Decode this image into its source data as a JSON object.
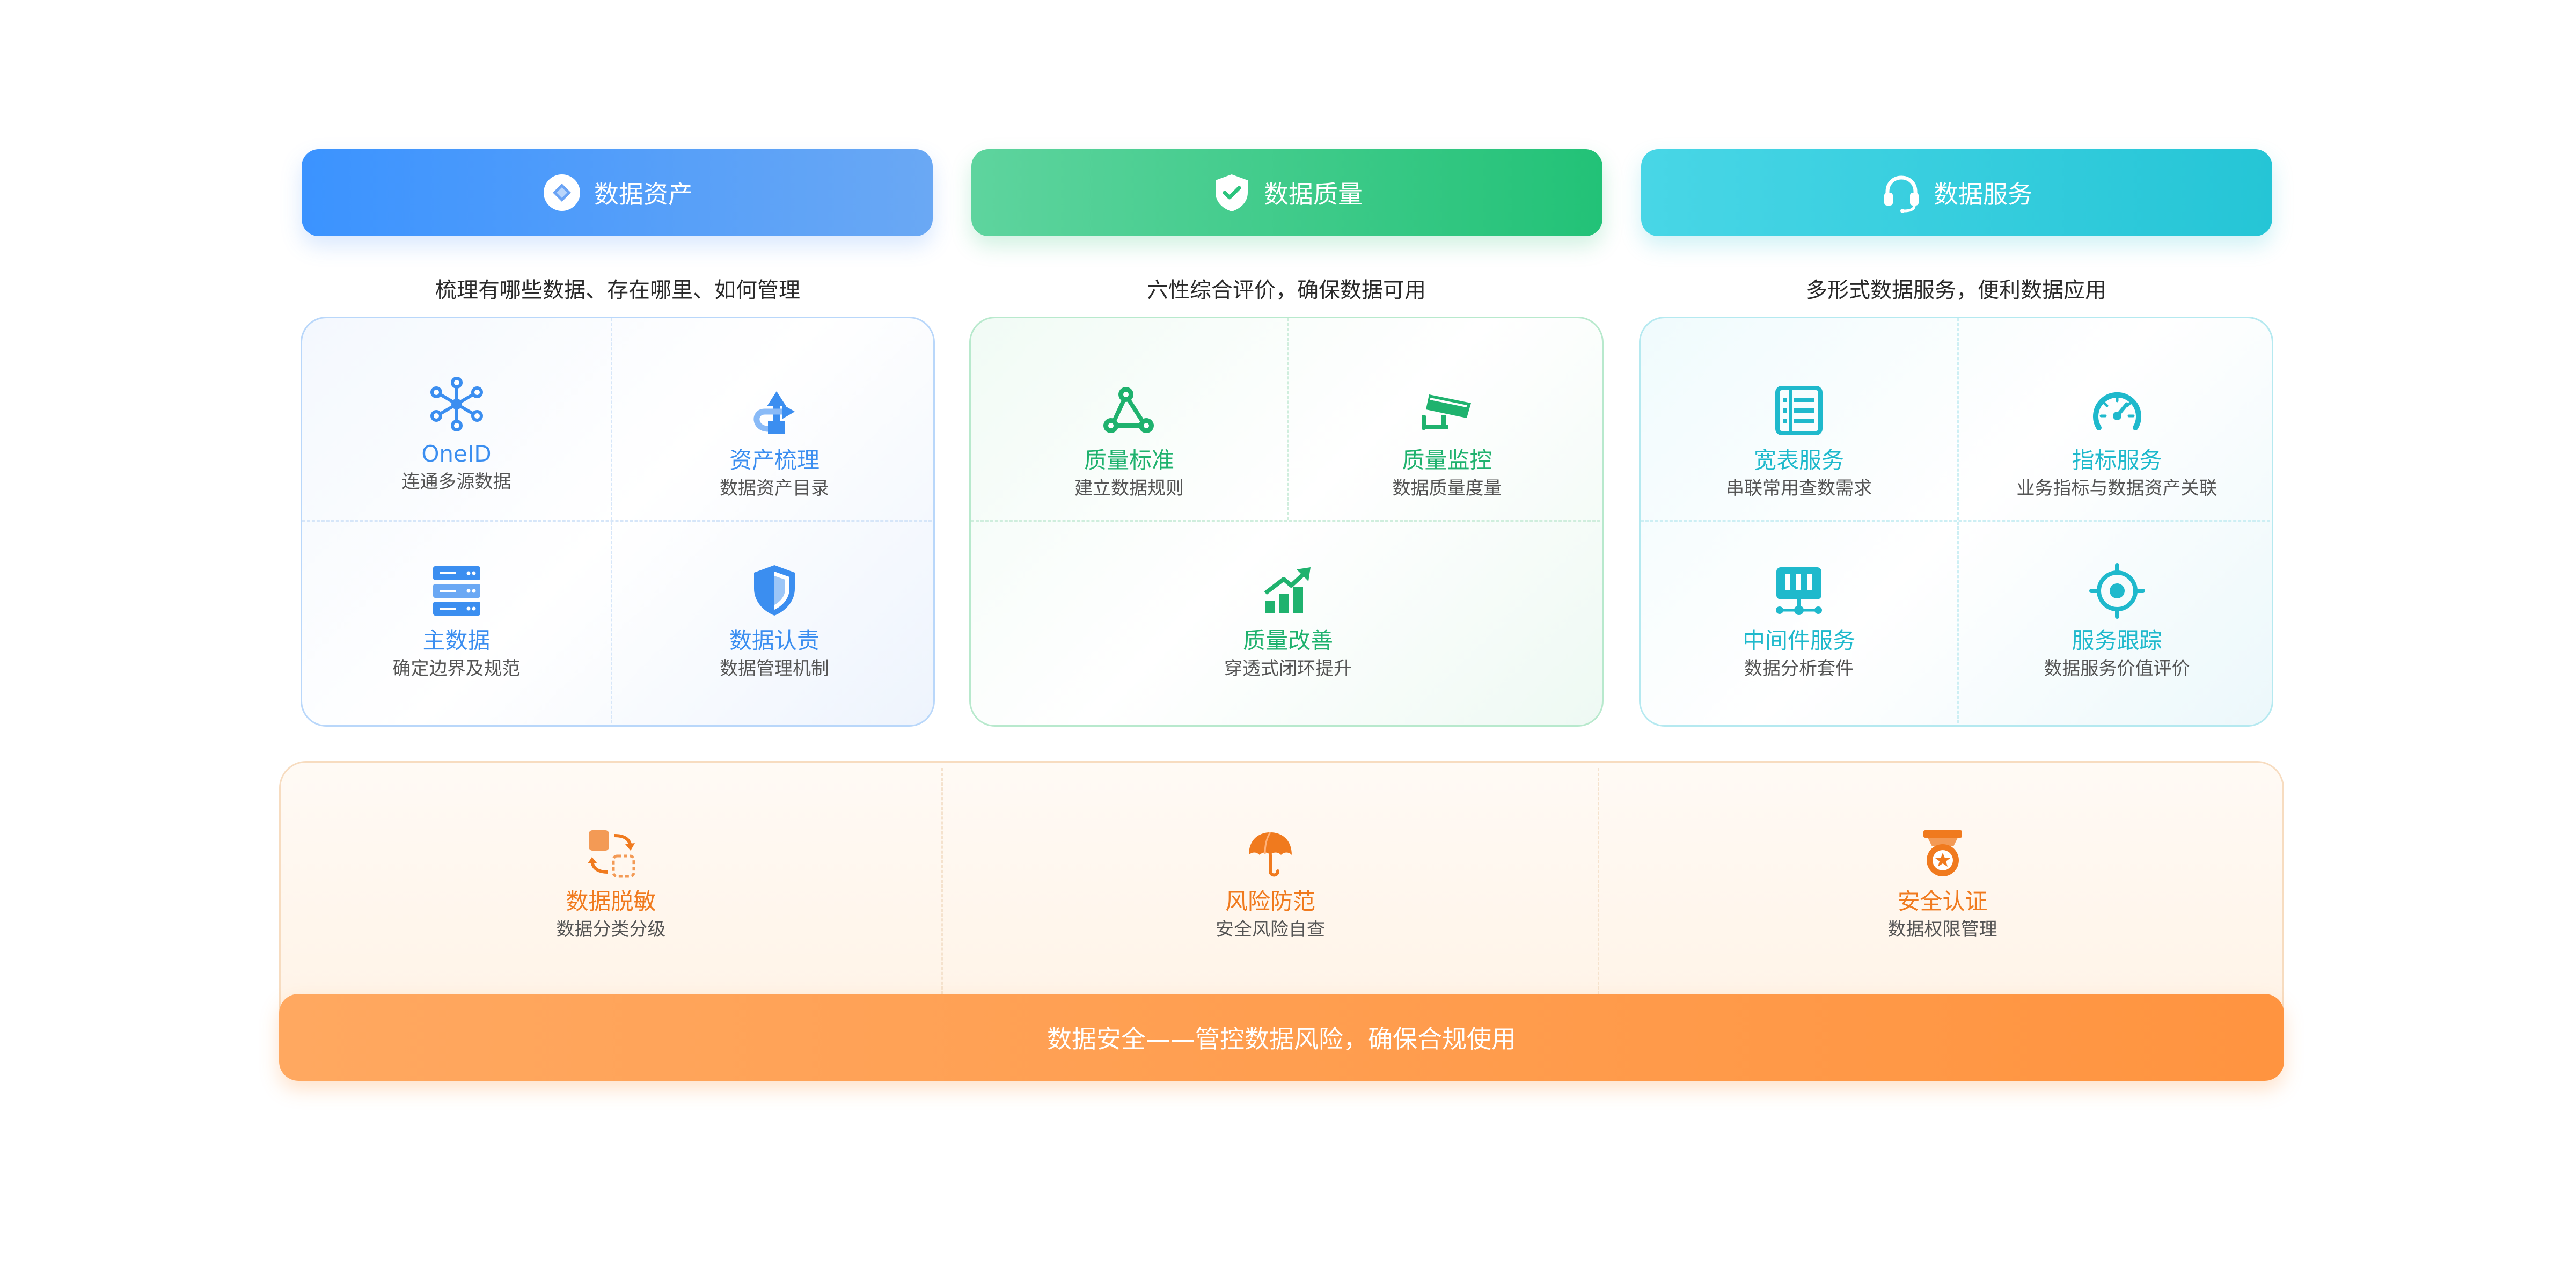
{
  "columns": [
    {
      "title": "数据资产",
      "subtitle": "梳理有哪些数据、存在哪里、如何管理",
      "cells": [
        {
          "title": "OneID",
          "desc": "连通多源数据"
        },
        {
          "title": "资产梳理",
          "desc": "数据资产目录"
        },
        {
          "title": "主数据",
          "desc": "确定边界及规范"
        },
        {
          "title": "数据认责",
          "desc": "数据管理机制"
        }
      ]
    },
    {
      "title": "数据质量",
      "subtitle": "六性综合评价，确保数据可用",
      "cells": [
        {
          "title": "质量标准",
          "desc": "建立数据规则"
        },
        {
          "title": "质量监控",
          "desc": "数据质量度量"
        },
        {
          "title": "质量改善",
          "desc": "穿透式闭环提升"
        }
      ]
    },
    {
      "title": "数据服务",
      "subtitle": "多形式数据服务，便利数据应用",
      "cells": [
        {
          "title": "宽表服务",
          "desc": "串联常用查数需求"
        },
        {
          "title": "指标服务",
          "desc": "业务指标与数据资产关联"
        },
        {
          "title": "中间件服务",
          "desc": "数据分析套件"
        },
        {
          "title": "服务跟踪",
          "desc": "数据服务价值评价"
        }
      ]
    }
  ],
  "security": {
    "banner": "数据安全——管控数据风险，确保合规使用",
    "items": [
      {
        "title": "数据脱敏",
        "desc": "数据分类分级"
      },
      {
        "title": "风险防范",
        "desc": "安全风险自查"
      },
      {
        "title": "安全认证",
        "desc": "数据权限管理"
      }
    ]
  },
  "colors": {
    "asset": "#3b8ef0",
    "quality": "#1fb26e",
    "service": "#1fb9cc",
    "security": "#f07a1e"
  },
  "icons": {
    "asset_header": "diamond-icon",
    "quality_header": "shield-check-icon",
    "service_header": "headset-icon",
    "oneid": "network-icon",
    "asset_sort": "flow-arrow-icon",
    "master_data": "server-icon",
    "accountability": "shield-icon",
    "quality_standard": "triangle-nodes-icon",
    "quality_monitor": "camera-icon",
    "quality_improve": "growth-chart-icon",
    "wide_table": "table-icon",
    "metric_service": "speedometer-icon",
    "middleware": "equalizer-icon",
    "service_track": "target-icon",
    "desensitize": "swap-icon",
    "risk": "umbrella-icon",
    "certification": "medal-icon"
  }
}
